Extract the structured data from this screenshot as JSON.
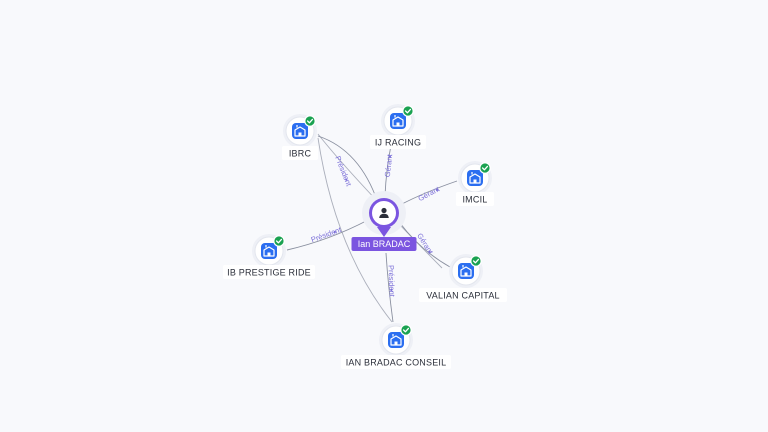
{
  "colors": {
    "person_accent": "#7b55e0",
    "company_icon": "#2b6ef0",
    "verified_badge": "#1aa251",
    "edge": "#8a90a0",
    "edge_label": "#7b6fd8"
  },
  "center": {
    "name": "Ian BRADAC",
    "icon": "person-icon"
  },
  "companies": [
    {
      "id": "ibrc",
      "name": "IBRC",
      "icon": "building-icon",
      "verified": true
    },
    {
      "id": "ij-racing",
      "name": "IJ RACING",
      "icon": "building-icon",
      "verified": true
    },
    {
      "id": "imcil",
      "name": "IMCIL",
      "icon": "building-icon",
      "verified": true
    },
    {
      "id": "ib-prestige-ride",
      "name": "IB PRESTIGE RIDE",
      "icon": "building-icon",
      "verified": true
    },
    {
      "id": "valian-capital",
      "name": "VALIAN CAPITAL",
      "icon": "building-icon",
      "verified": true
    },
    {
      "id": "ian-bradac-conseil",
      "name": "IAN BRADAC CONSEIL",
      "icon": "building-icon",
      "verified": true
    }
  ],
  "relations": [
    {
      "target": "ibrc",
      "label": "Président"
    },
    {
      "target": "ij-racing",
      "label": "Gérant"
    },
    {
      "target": "imcil",
      "label": "Gérant"
    },
    {
      "target": "ib-prestige-ride",
      "label": "Président"
    },
    {
      "target": "valian-capital",
      "label": "Gérant"
    },
    {
      "target": "ian-bradac-conseil",
      "label": "Président"
    }
  ]
}
